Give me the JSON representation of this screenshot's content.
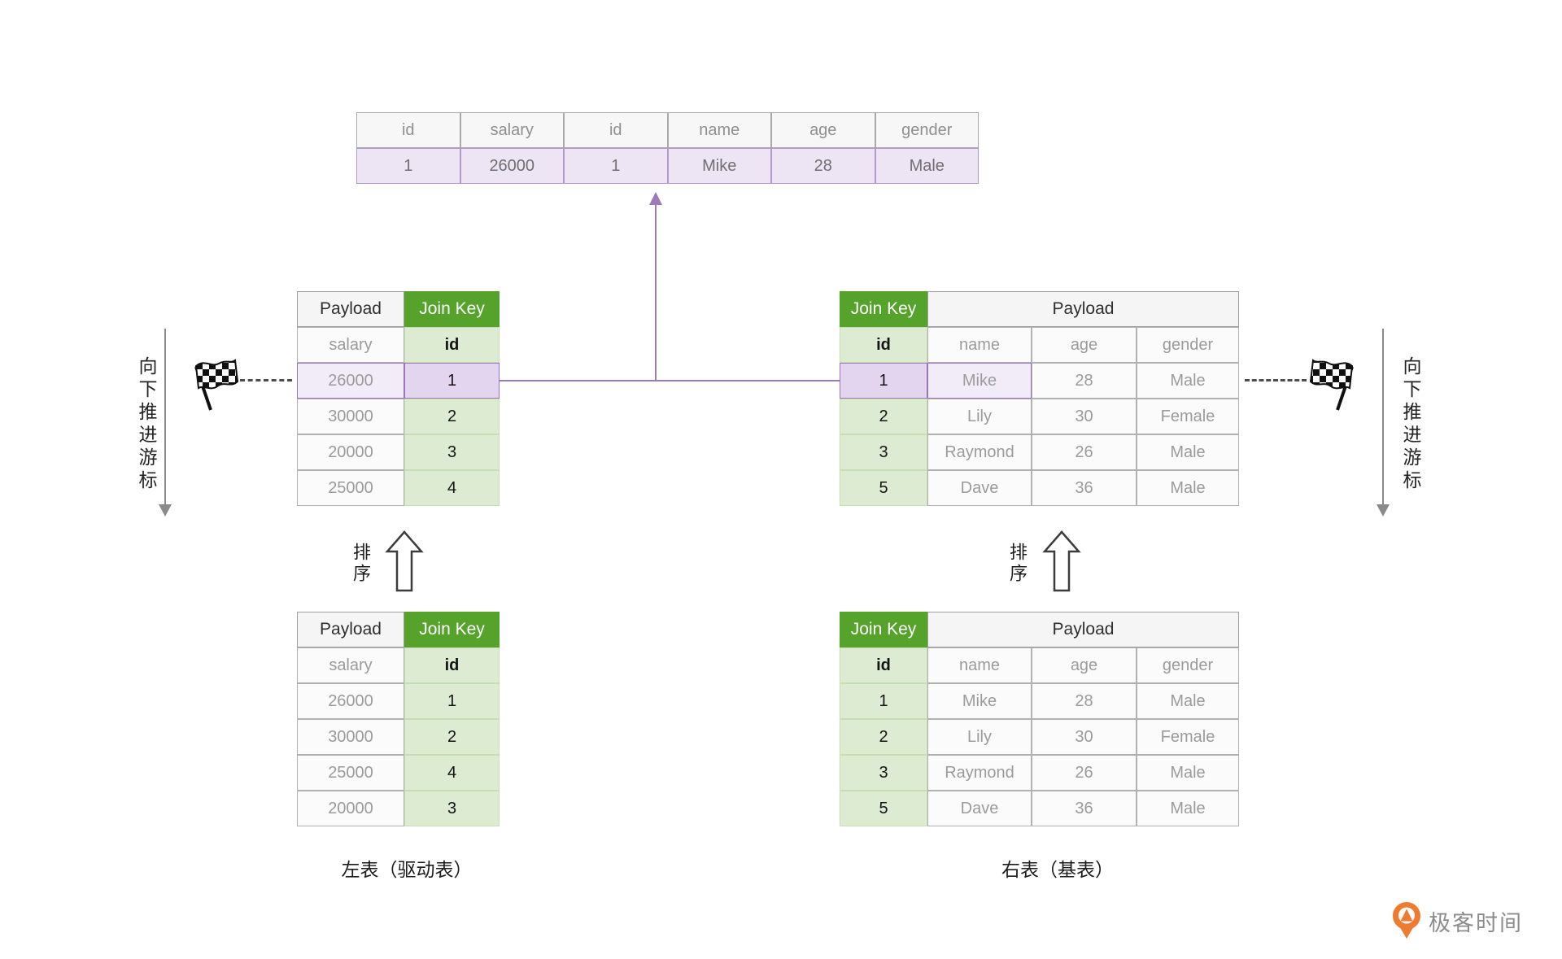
{
  "result_table": {
    "headers": [
      "id",
      "salary",
      "id",
      "name",
      "age",
      "gender"
    ],
    "values": [
      "1",
      "26000",
      "1",
      "Mike",
      "28",
      "Male"
    ]
  },
  "left_tables": {
    "header_payload": "Payload",
    "header_joinkey": "Join Key",
    "sub_payload": "salary",
    "sub_joinkey": "id"
  },
  "left_sorted": {
    "rows": [
      [
        "26000",
        "1"
      ],
      [
        "30000",
        "2"
      ],
      [
        "20000",
        "3"
      ],
      [
        "25000",
        "4"
      ]
    ]
  },
  "left_unsorted": {
    "rows": [
      [
        "26000",
        "1"
      ],
      [
        "30000",
        "2"
      ],
      [
        "25000",
        "4"
      ],
      [
        "20000",
        "3"
      ]
    ]
  },
  "right_tables": {
    "header_joinkey": "Join Key",
    "header_payload": "Payload",
    "subheaders": [
      "id",
      "name",
      "age",
      "gender"
    ]
  },
  "right_sorted": {
    "rows": [
      [
        "1",
        "Mike",
        "28",
        "Male"
      ],
      [
        "2",
        "Lily",
        "30",
        "Female"
      ],
      [
        "3",
        "Raymond",
        "26",
        "Male"
      ],
      [
        "5",
        "Dave",
        "36",
        "Male"
      ]
    ]
  },
  "right_unsorted": {
    "rows": [
      [
        "1",
        "Mike",
        "28",
        "Male"
      ],
      [
        "2",
        "Lily",
        "30",
        "Female"
      ],
      [
        "3",
        "Raymond",
        "26",
        "Male"
      ],
      [
        "5",
        "Dave",
        "36",
        "Male"
      ]
    ]
  },
  "labels": {
    "cursor": "向下推进游标",
    "sort": "排序",
    "left_table": "左表（驱动表）",
    "right_table": "右表（基表）",
    "brand": "极客时间"
  },
  "colors": {
    "join_key_green": "#56a32b",
    "join_key_green_light": "#dcebd1",
    "highlight_purple_light": "#f2ecf8",
    "highlight_purple_dark": "#e3d5ee",
    "highlight_purple_border": "#9a75ba",
    "connector_purple": "#9d7bb9",
    "brand_orange": "#ef7b30"
  }
}
